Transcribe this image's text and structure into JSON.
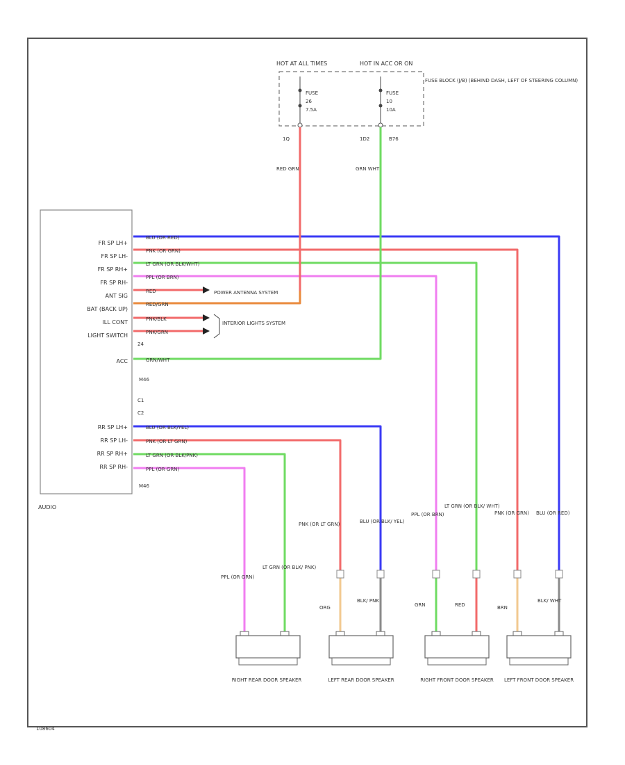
{
  "colors": {
    "blue": "#3a3af5",
    "red": "#f26a6a",
    "green": "#6fdb62",
    "pink": "#f07ef0",
    "orange": "#e98a3c",
    "peach": "#f2c990",
    "gray": "#8a8a8a",
    "darkred": "#c53030"
  },
  "fuse_block": {
    "hot_all": "HOT AT ALL TIMES",
    "hot_acc": "HOT IN ACC OR ON",
    "label": "FUSE BLOCK (J/B) (BEHIND DASH, LEFT OF STEERING COLUMN)",
    "fuse_left": {
      "word": "FUSE",
      "num": "26",
      "amp": "7.5A"
    },
    "fuse_right": {
      "word": "FUSE",
      "num": "10",
      "amp": "10A"
    },
    "term_left": "1Q",
    "term_right1": "1D2",
    "term_right2": "B76"
  },
  "feed_wires": {
    "left": "RED GRN",
    "right": "GRN WHT"
  },
  "audio": {
    "label": "AUDIO",
    "pins": [
      "FR SP LH+",
      "FR SP LH-",
      "FR SP RH+",
      "FR SP RH-",
      "ANT SIG",
      "BAT (BACK UP)",
      "ILL CONT",
      "LIGHT SWITCH",
      "ACC",
      "RR SP LH+",
      "RR SP LH-",
      "RR SP RH+",
      "RR SP RH-"
    ],
    "gnd_top": "M46",
    "gnd_bottom": "M46",
    "conn": {
      "c1": "24",
      "c2": "C1",
      "c3": "C2"
    }
  },
  "wire_labels": {
    "fr_lh_pos": "BLU (OR RED)",
    "fr_lh_neg": "PNK (OR GRN)",
    "fr_rh_pos": "LT GRN (OR BLK/WHT)",
    "fr_rh_neg": "PPL (OR BRN)",
    "ant": "RED",
    "bat": "RED/GRN",
    "ill": "PNK/BLK",
    "light": "PNK/GRN",
    "acc": "GRN/WHT",
    "rr_lh_pos": "BLU (OR BLK/YEL)",
    "rr_lh_neg": "PNK (OR LT GRN)",
    "rr_rh_pos": "LT GRN (OR BLK/PNK)",
    "rr_rh_neg": "PPL (OR GRN)"
  },
  "systems": {
    "power_antenna": "POWER ANTENNA SYSTEM",
    "interior": "INTERIOR LIGHTS SYSTEM"
  },
  "speaker_wires": {
    "rr_rh": {
      "ppl": "PPL (OR GRN)",
      "grn": "LT GRN (OR BLK/ PNK)"
    },
    "rr_lh": {
      "pnk": "PNK (OR LT GRN)",
      "blu": "BLU (OR BLK/ YEL)",
      "b1": "ORG",
      "b2": "BLK/ PNK"
    },
    "fr_rh": {
      "ppl": "PPL (OR BRN)",
      "grn": "LT GRN (OR BLK/ WHT)",
      "b1": "GRN",
      "b2": "RED"
    },
    "fr_lh": {
      "pnk": "PNK (OR GRN)",
      "blu": "BLU (OR RED)",
      "b1": "BRN",
      "b2": "BLK/ WHT"
    }
  },
  "speakers": [
    "RIGHT REAR DOOR SPEAKER",
    "LEFT REAR DOOR SPEAKER",
    "RIGHT FRONT DOOR SPEAKER",
    "LEFT FRONT DOOR SPEAKER"
  ],
  "footer_code": "108604"
}
